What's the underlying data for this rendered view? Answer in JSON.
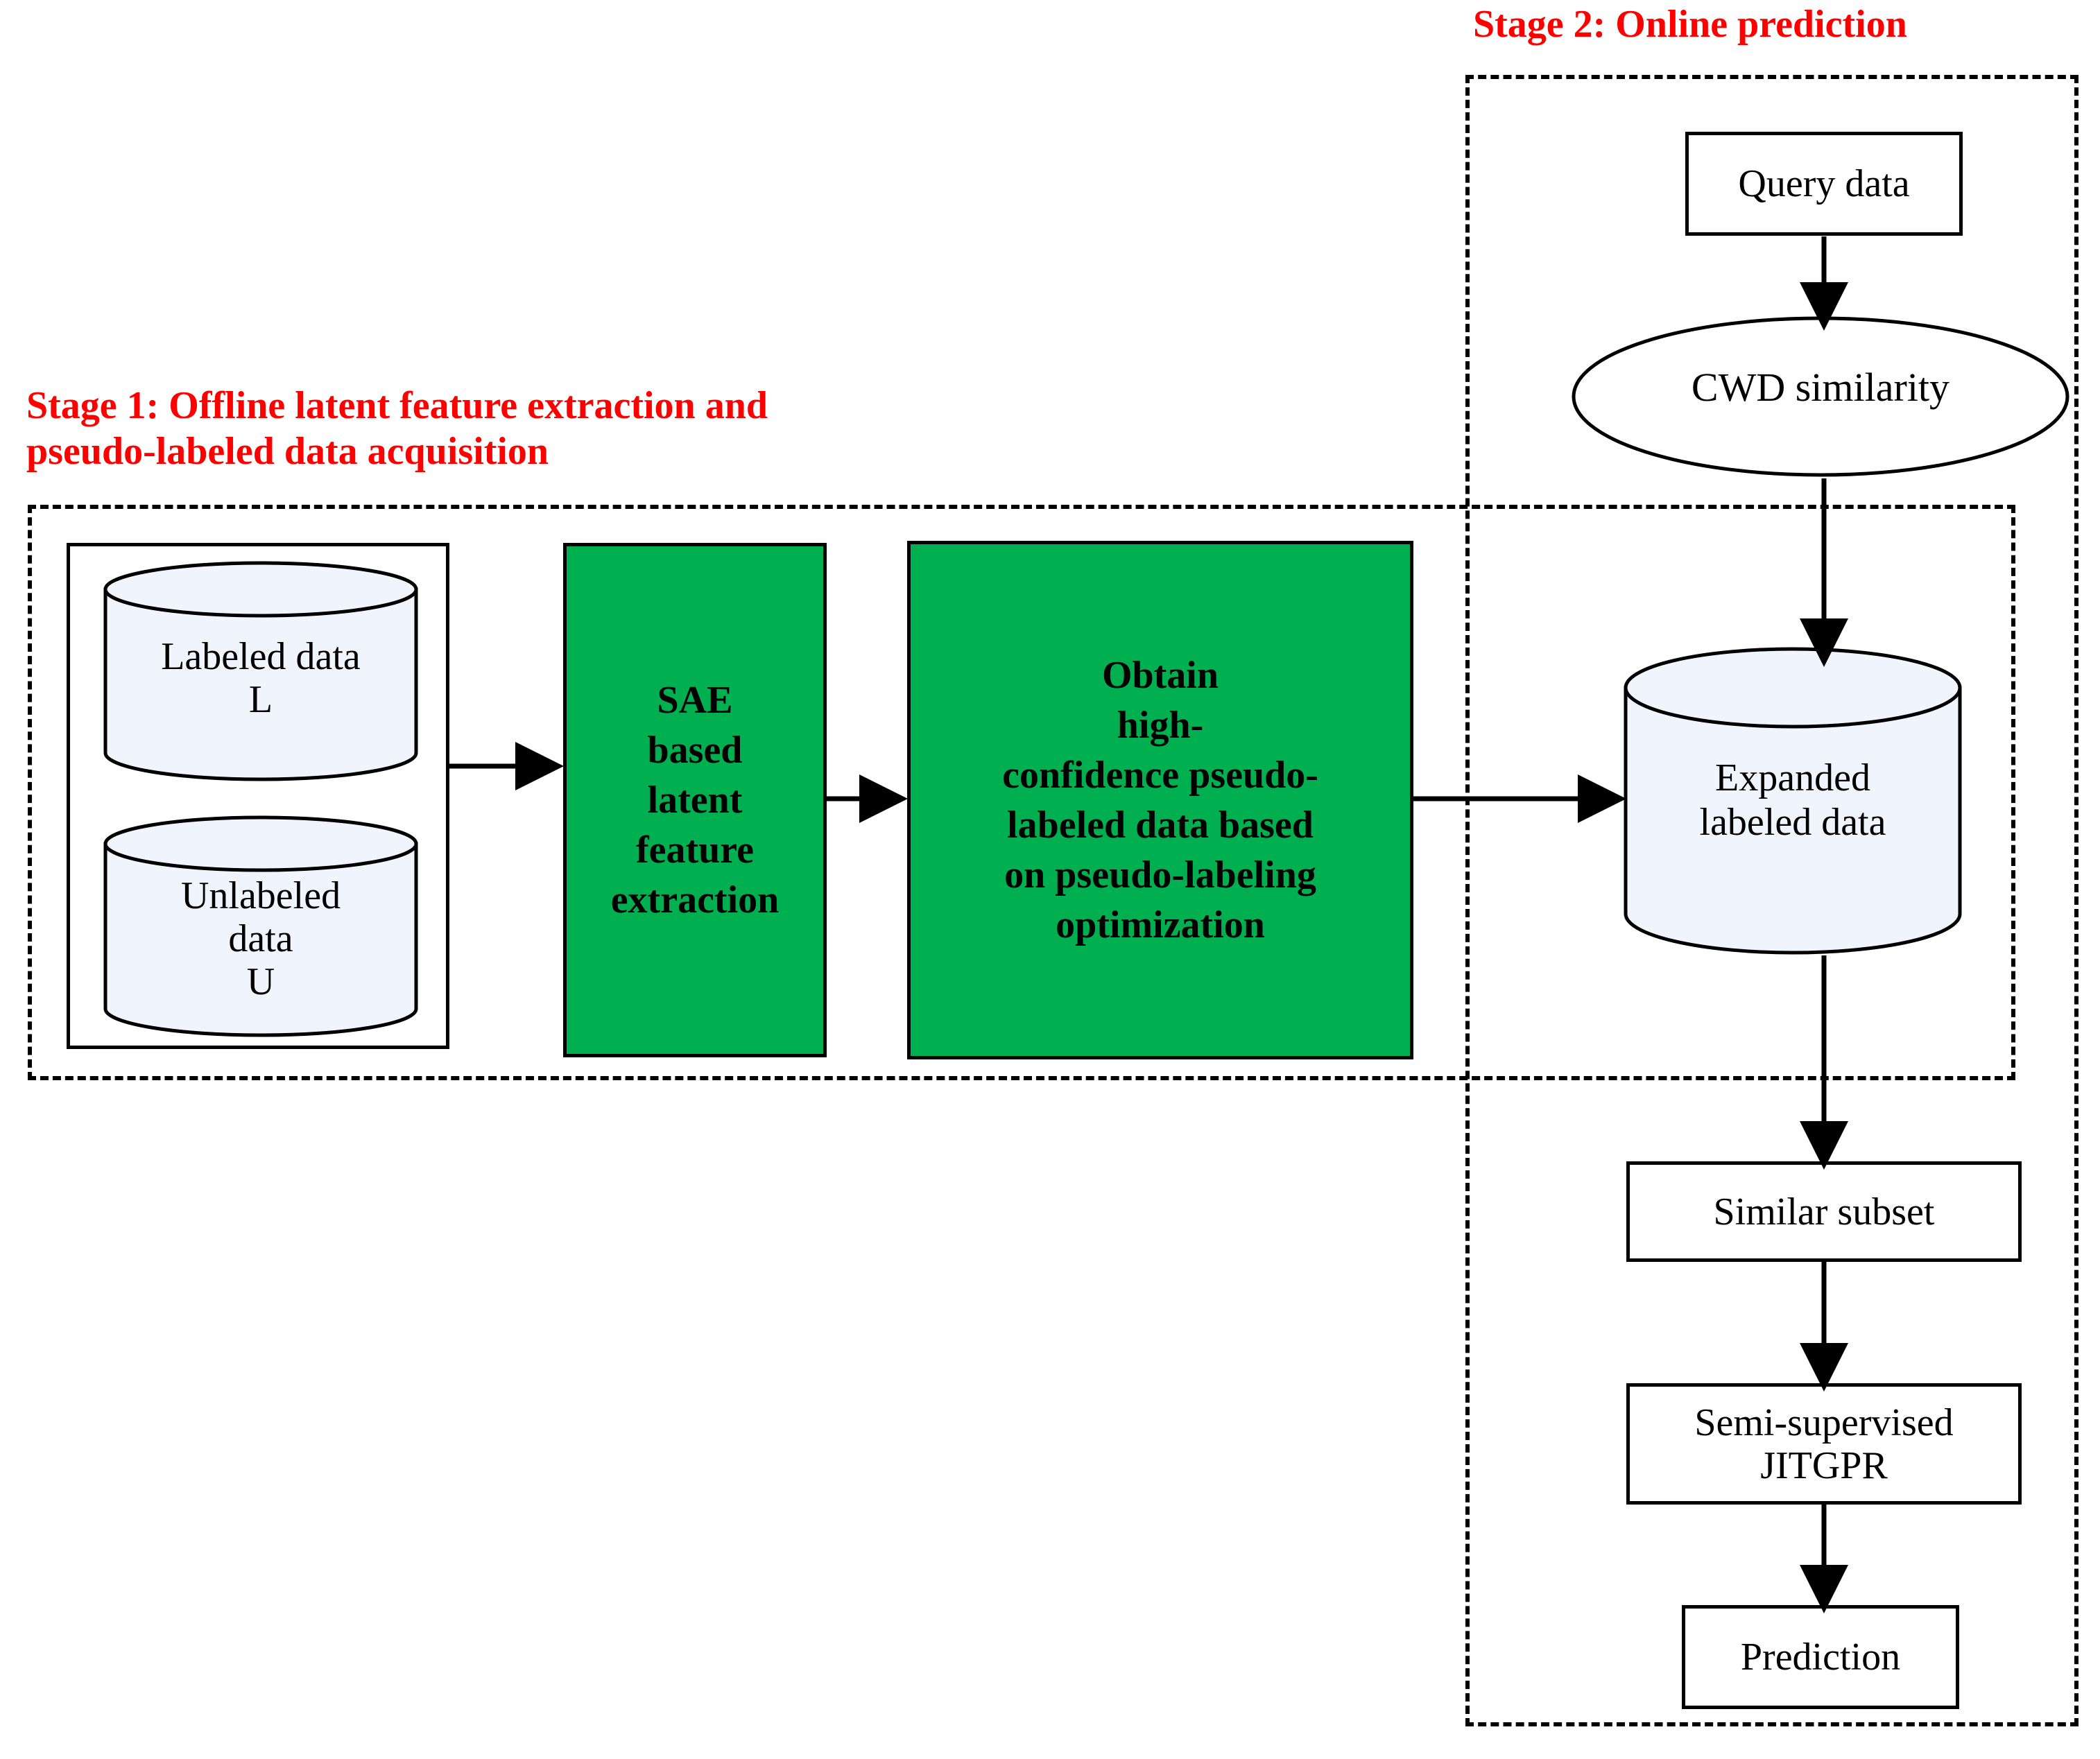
{
  "diagram": {
    "title": "Two-stage semi-supervised soft sensor framework flowchart",
    "colors": {
      "stage_title": "#FF0000",
      "process_fill": "#00B050",
      "data_store_fill": "#EFF4FD",
      "stroke": "#000000",
      "background": "#FFFFFF"
    }
  },
  "stage1": {
    "title": "Stage 1: Offline latent feature extraction and\npseudo-labeled data acquisition",
    "data_group": {
      "name": "input-data-group",
      "stores": [
        {
          "label": "Labeled data\nL",
          "shape": "cylinder"
        },
        {
          "label": "Unlabeled\ndata\nU",
          "shape": "cylinder"
        }
      ]
    },
    "processes": [
      {
        "label": "SAE\nbased\nlatent\nfeature\nextraction",
        "fill": "#00B050"
      },
      {
        "label": "Obtain\nhigh-\nconfidence pseudo-\nlabeled data based\non pseudo-labeling\noptimization",
        "fill": "#00B050"
      }
    ]
  },
  "stage2": {
    "title": "Stage 2: Online prediction",
    "nodes": [
      {
        "id": "query-data",
        "label": "Query data",
        "shape": "rect"
      },
      {
        "id": "cwd-similarity",
        "label": "CWD similarity",
        "shape": "ellipse"
      },
      {
        "id": "expanded-labeled-data",
        "label": "Expanded\nlabeled data",
        "shape": "cylinder"
      },
      {
        "id": "similar-subset",
        "label": "Similar subset",
        "shape": "rect"
      },
      {
        "id": "semi-supervised-jitgpr",
        "label": "Semi-supervised\nJITGPR",
        "shape": "rect"
      },
      {
        "id": "prediction",
        "label": "Prediction",
        "shape": "rect"
      }
    ]
  },
  "edges": [
    {
      "from": "input-data-group",
      "to": "sae-based-latent-feature-extraction",
      "direction": "right"
    },
    {
      "from": "sae-based-latent-feature-extraction",
      "to": "obtain-high-confidence-pseudo-labeled-data",
      "direction": "right"
    },
    {
      "from": "obtain-high-confidence-pseudo-labeled-data",
      "to": "expanded-labeled-data",
      "direction": "right"
    },
    {
      "from": "query-data",
      "to": "cwd-similarity",
      "direction": "down"
    },
    {
      "from": "cwd-similarity",
      "to": "expanded-labeled-data",
      "direction": "down"
    },
    {
      "from": "expanded-labeled-data",
      "to": "similar-subset",
      "direction": "down"
    },
    {
      "from": "similar-subset",
      "to": "semi-supervised-jitgpr",
      "direction": "down"
    },
    {
      "from": "semi-supervised-jitgpr",
      "to": "prediction",
      "direction": "down"
    }
  ]
}
